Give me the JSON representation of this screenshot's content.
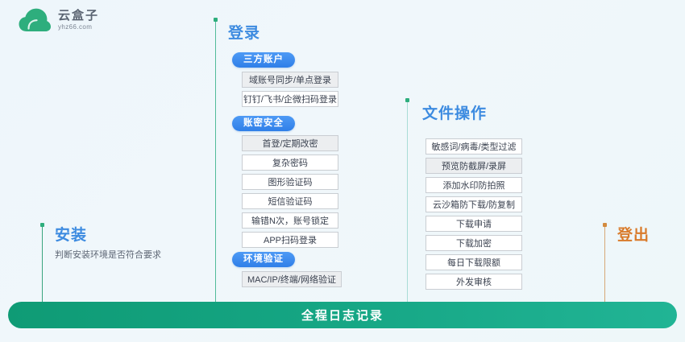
{
  "logo": {
    "icon": "cloud-icon",
    "brand_cn": "云盒子",
    "brand_url": "yhz66.com",
    "color": "#2eae7d"
  },
  "columns": {
    "install": {
      "title": "安装",
      "title_color": "#3d8be0",
      "rail_color": "#3aa57f",
      "desc": "判断安装环境是否符合要求"
    },
    "login": {
      "title": "登录",
      "title_color": "#3d8be0",
      "rail_color": "#52bb9a",
      "groups": [
        {
          "pill": "三方账户",
          "items": [
            {
              "label": "域账号同步/单点登录",
              "shaded": true
            },
            {
              "label": "钉钉/飞书/企微扫码登录",
              "shaded": false
            }
          ]
        },
        {
          "pill": "账密安全",
          "items": [
            {
              "label": "首登/定期改密",
              "shaded": true
            },
            {
              "label": "复杂密码",
              "shaded": false
            },
            {
              "label": "图形验证码",
              "shaded": false
            },
            {
              "label": "短信验证码",
              "shaded": false
            },
            {
              "label": "输错N次，账号锁定",
              "shaded": false
            },
            {
              "label": "APP扫码登录",
              "shaded": false
            }
          ]
        },
        {
          "pill": "环境验证",
          "items": [
            {
              "label": "MAC/IP/终端/网络验证",
              "shaded": true
            }
          ]
        }
      ]
    },
    "file_ops": {
      "title": "文件操作",
      "title_color": "#3d8be0",
      "rail_color": "#9fd9d2",
      "items": [
        {
          "label": "敏感词/病毒/类型过滤",
          "shaded": false
        },
        {
          "label": "预览防截屏/录屏",
          "shaded": true
        },
        {
          "label": "添加水印防拍照",
          "shaded": false
        },
        {
          "label": "云沙箱防下载/防复制",
          "shaded": false
        },
        {
          "label": "下载申请",
          "shaded": false
        },
        {
          "label": "下载加密",
          "shaded": false
        },
        {
          "label": "每日下载限额",
          "shaded": false
        },
        {
          "label": "外发审核",
          "shaded": false
        }
      ]
    },
    "logout": {
      "title": "登出",
      "title_color": "#d97b2b",
      "rail_color": "#d7a878"
    }
  },
  "footer": {
    "label": "全程日志记录",
    "color_start": "#0f9b75",
    "color_end": "#21b495"
  }
}
